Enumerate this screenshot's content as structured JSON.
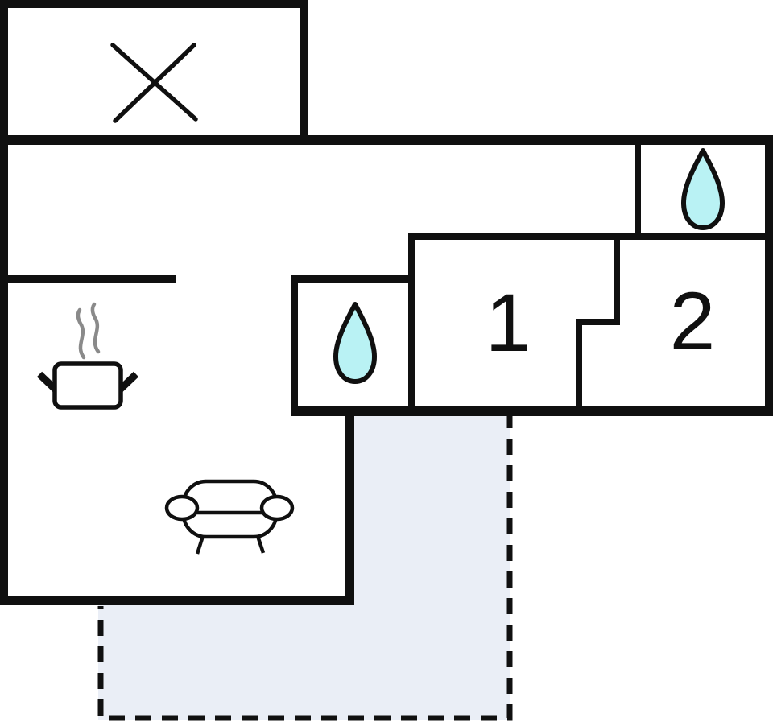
{
  "floor_plan": {
    "type": "floor-plan-diagram",
    "rooms": {
      "bedroom_1": {
        "label": "1"
      },
      "bedroom_2": {
        "label": "2"
      }
    },
    "icons": {
      "crossed_out_area": "cross-x-icon",
      "wc": "water-drop-icon",
      "bathroom": "water-drop-icon",
      "kitchen": "cooking-pot-steam-icon",
      "living_room": "sofa-icon"
    },
    "colors": {
      "wall": "#101010",
      "water_drop_fill": "#b9f2f4",
      "terrace_fill": "#eaeef6",
      "steam_gray": "#8a8a8a",
      "background": "#ffffff"
    }
  }
}
